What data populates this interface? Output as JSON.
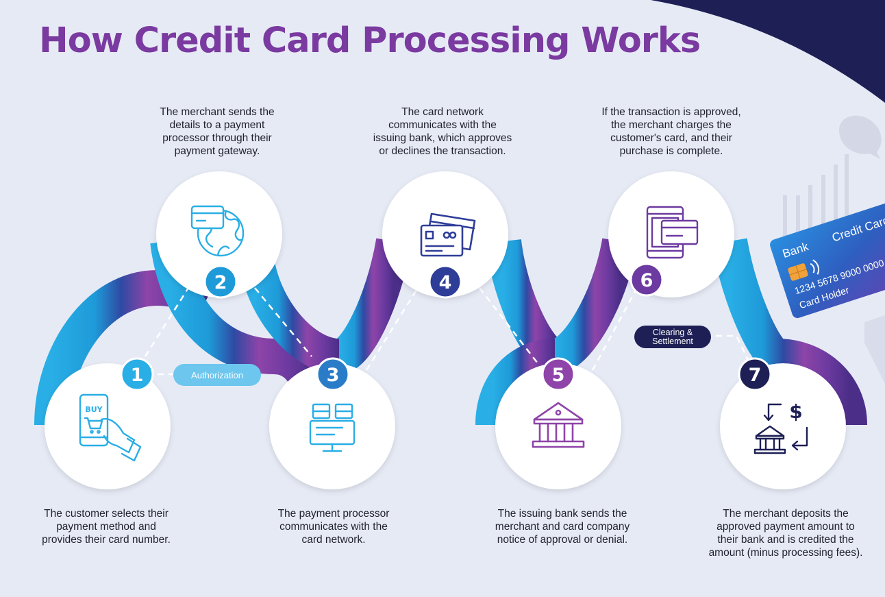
{
  "title": "How Credit Card Processing Works",
  "steps": [
    {
      "number": "1",
      "icon": "phone-buy-cart-icon",
      "lines": [
        "The customer selects their",
        "payment method and",
        "provides their card number."
      ]
    },
    {
      "number": "2",
      "icon": "card-globe-icon",
      "lines": [
        "The merchant sends the",
        "details to a payment",
        "processor through their",
        "payment gateway."
      ]
    },
    {
      "number": "3",
      "icon": "server-monitor-icon",
      "lines": [
        "The payment processor",
        "communicates with the",
        "card network."
      ]
    },
    {
      "number": "4",
      "icon": "credit-cards-icon",
      "lines": [
        "The card network",
        "communicates with the",
        "issuing bank, which approves",
        "or declines the transaction."
      ]
    },
    {
      "number": "5",
      "icon": "bank-building-icon",
      "lines": [
        "The issuing bank sends the",
        "merchant and card company",
        "notice of approval or denial."
      ]
    },
    {
      "number": "6",
      "icon": "tablet-card-icon",
      "lines": [
        "If the transaction is approved,",
        "the merchant charges the",
        "customer's card, and their",
        "purchase is complete."
      ]
    },
    {
      "number": "7",
      "icon": "bank-dollar-exchange-icon",
      "lines": [
        "The merchant deposits the",
        "approved payment amount to",
        "their bank and is credited the",
        "amount (minus processing fees)."
      ]
    }
  ],
  "phases": {
    "authorization": "Authorization",
    "clearing": [
      "Clearing &",
      "Settlement"
    ]
  },
  "card": {
    "bank": "Bank",
    "type": "Credit Card",
    "number": "1234 5678 9000 0000",
    "holder": "Card Holder"
  },
  "icons": {
    "phone_label": "BUY",
    "dollar": "$"
  },
  "colors": {
    "title": "#7a3aa0",
    "background": "#e6eaf5",
    "step1": "#29aee6",
    "step2": "#1e9ad8",
    "step3": "#2b7cc8",
    "step4": "#2e3d98",
    "step5": "#8e44a8",
    "step6": "#6c3aa0",
    "step7": "#1d1f55",
    "authorization_pill": "#6cc6ee",
    "clearing_pill": "#1d1f55",
    "corner": "#1d1f55"
  }
}
